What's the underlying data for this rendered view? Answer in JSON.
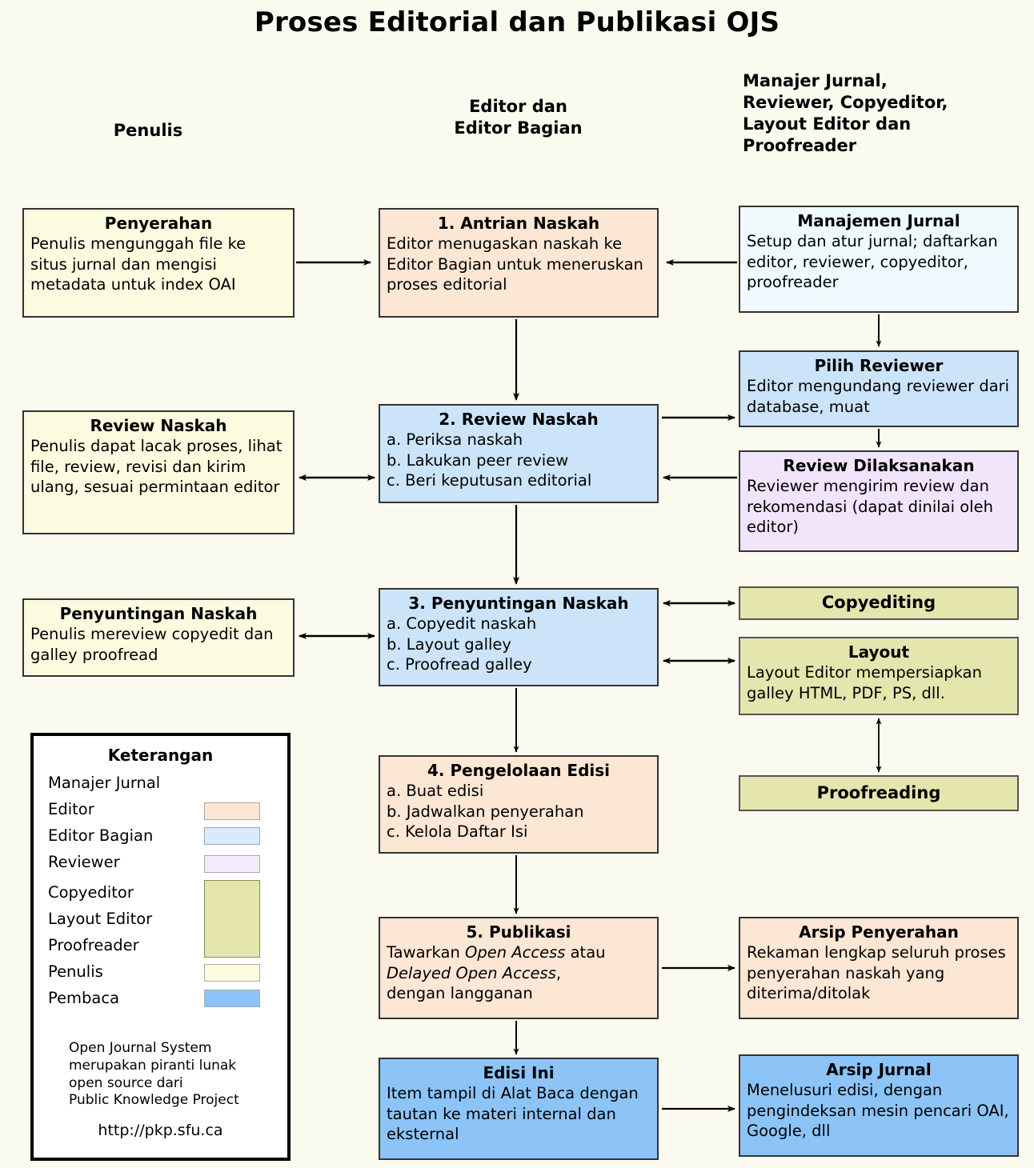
{
  "title": "Proses Editorial dan Publikasi OJS",
  "columns": {
    "left": "Penulis",
    "middle": "Editor dan\nEditor Bagian",
    "right": "Manajer Jurnal,\nReviewer, Copyeditor,\nLayout Editor dan\nProofreader"
  },
  "boxes": {
    "penyerahan": {
      "title": "Penyerahan",
      "body": "Penulis mengunggah file ke situs jurnal dan mengisi metadata untuk index OAI"
    },
    "antrian": {
      "title": "1. Antrian Naskah",
      "body": "Editor menugaskan naskah ke Editor Bagian untuk meneruskan proses editorial"
    },
    "manajemen": {
      "title": "Manajemen Jurnal",
      "body": "Setup dan atur jurnal; daftarkan editor, reviewer, copyeditor, proofreader"
    },
    "pilih_reviewer": {
      "title": "Pilih Reviewer",
      "body": "Editor mengundang reviewer dari database, muat"
    },
    "review_naskah_penulis": {
      "title": "Review Naskah",
      "body": "Penulis dapat lacak proses, lihat file, review, revisi dan kirim ulang, sesuai permintaan editor"
    },
    "review_naskah": {
      "title": "2. Review Naskah",
      "items": [
        "a. Periksa naskah",
        "b. Lakukan peer review",
        "c. Beri keputusan editorial"
      ]
    },
    "review_dilaksanakan": {
      "title": "Review Dilaksanakan",
      "body": "Reviewer mengirim review dan rekomendasi (dapat dinilai oleh editor)"
    },
    "penyuntingan_penulis": {
      "title": "Penyuntingan Naskah",
      "body": "Penulis mereview copyedit dan galley proofread"
    },
    "penyuntingan": {
      "title": "3. Penyuntingan Naskah",
      "items": [
        "a. Copyedit naskah",
        "b. Layout galley",
        "c. Proofread galley"
      ]
    },
    "copyediting": {
      "title": "Copyediting"
    },
    "layout": {
      "title": "Layout",
      "body": "Layout Editor mempersiapkan galley HTML, PDF, PS, dll."
    },
    "proofreading": {
      "title": "Proofreading"
    },
    "pengelolaan": {
      "title": "4. Pengelolaan Edisi",
      "items": [
        "a. Buat edisi",
        "b. Jadwalkan penyerahan",
        "c. Kelola Daftar Isi"
      ]
    },
    "publikasi": {
      "title": "5. Publikasi",
      "line1_pre": "Tawarkan ",
      "line1_em": "Open Access",
      "line1_post": " atau",
      "line2_em": "Delayed Open Access",
      "line2_post": ",",
      "line3": "dengan langganan"
    },
    "arsip_penyerahan": {
      "title": "Arsip Penyerahan",
      "body": "Rekaman lengkap seluruh proses penyerahan naskah yang diterima/ditolak"
    },
    "edisi_ini": {
      "title": "Edisi Ini",
      "body": "Item tampil di Alat Baca dengan tautan ke materi internal dan eksternal"
    },
    "arsip_jurnal": {
      "title": "Arsip Jurnal",
      "body": "Menelusuri edisi, dengan pengindeksan mesin pencari OAI, Google, dll"
    }
  },
  "legend": {
    "title": "Keterangan",
    "rows": [
      {
        "label": "Manajer Jurnal",
        "color": ""
      },
      {
        "label": "Editor",
        "color": "#fce6d4"
      },
      {
        "label": "Editor Bagian",
        "color": "#d9eafc"
      },
      {
        "label": "Reviewer",
        "color": "#f3eafd"
      },
      {
        "label": "Copyeditor",
        "color": "#e4e6ad"
      },
      {
        "label": "Layout Editor",
        "color": "#e4e6ad"
      },
      {
        "label": "Proofreader",
        "color": "#e4e6ad"
      },
      {
        "label": "Penulis",
        "color": "#fbfbdf"
      },
      {
        "label": "Pembaca",
        "color": "#8cc4f8"
      }
    ],
    "note": "Open Journal System\nmerupakan piranti lunak\nopen source dari\nPublic Knowledge Project",
    "url": "http://pkp.sfu.ca"
  }
}
